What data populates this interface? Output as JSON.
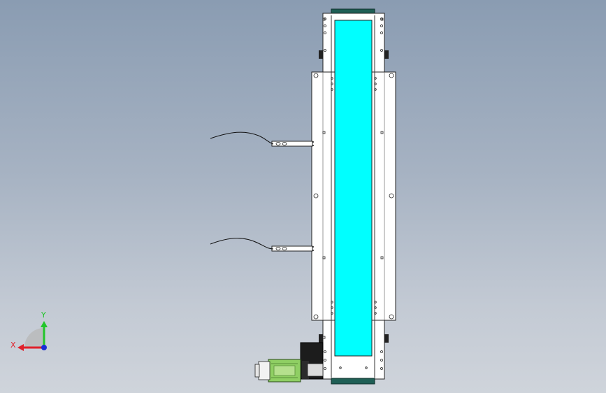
{
  "viewport": {
    "name": "cad-graphics-area",
    "background_top": "#8a9cb2",
    "background_bottom": "#cfd4db"
  },
  "model": {
    "name": "belt-conveyor-top-view",
    "belt_color": "#00ffff",
    "frame_color": "#ffffff",
    "end_roller_color": "#1f5f55",
    "motor_color": "#8fcf63",
    "motor_mount_color": "#1c1c1c",
    "sensor_count": 2
  },
  "triad": {
    "x_label": "X",
    "y_label": "Y",
    "x_color": "#e0202a",
    "y_color": "#22c62a",
    "z_color": "#1a2fd6"
  }
}
